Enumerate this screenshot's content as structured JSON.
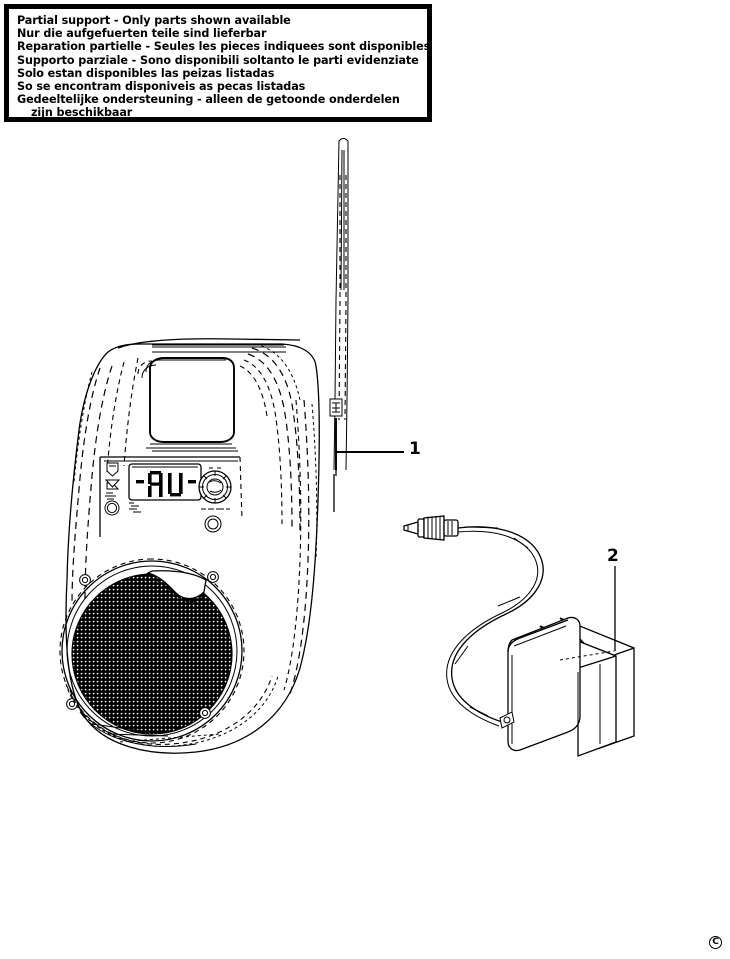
{
  "document": {
    "type": "exploded-parts-diagram",
    "subject": "Portable jobsite radio with telescopic antenna and AC power adapter"
  },
  "notice": {
    "lines": [
      {
        "text": "Partial support - Only parts shown available",
        "continuation": false
      },
      {
        "text": "Nur die aufgefuerten teile sind lieferbar",
        "continuation": false
      },
      {
        "text": "Reparation partielle - Seules les pieces indiquees sont disponibles",
        "continuation": false
      },
      {
        "text": "Supporto parziale - Sono disponibili soltanto le parti evidenziate",
        "continuation": false
      },
      {
        "text": "Solo estan disponibles las peizas listadas",
        "continuation": false
      },
      {
        "text": "So se encontram disponiveis as pecas listadas",
        "continuation": false
      },
      {
        "text": "Gedeeltelijke ondersteuning - alleen de getoonde onderdelen",
        "continuation": false
      },
      {
        "text": "zijn beschikbaar",
        "continuation": true
      }
    ]
  },
  "callouts": [
    {
      "number": "1",
      "part": "telescopic-antenna"
    },
    {
      "number": "2",
      "part": "ac-power-adapter"
    }
  ],
  "radio": {
    "display_text": "-AU-",
    "controls": {
      "button_up": "tune-up-button",
      "button_down": "tune-down-button",
      "button_round": "power-button",
      "dial": "tuning-dial",
      "dial_small": "volume-knob"
    },
    "speaker": "speaker-grille"
  },
  "footer": {
    "copyright_symbol": "C"
  },
  "colors": {
    "ink": "#000000",
    "paper": "#ffffff"
  }
}
